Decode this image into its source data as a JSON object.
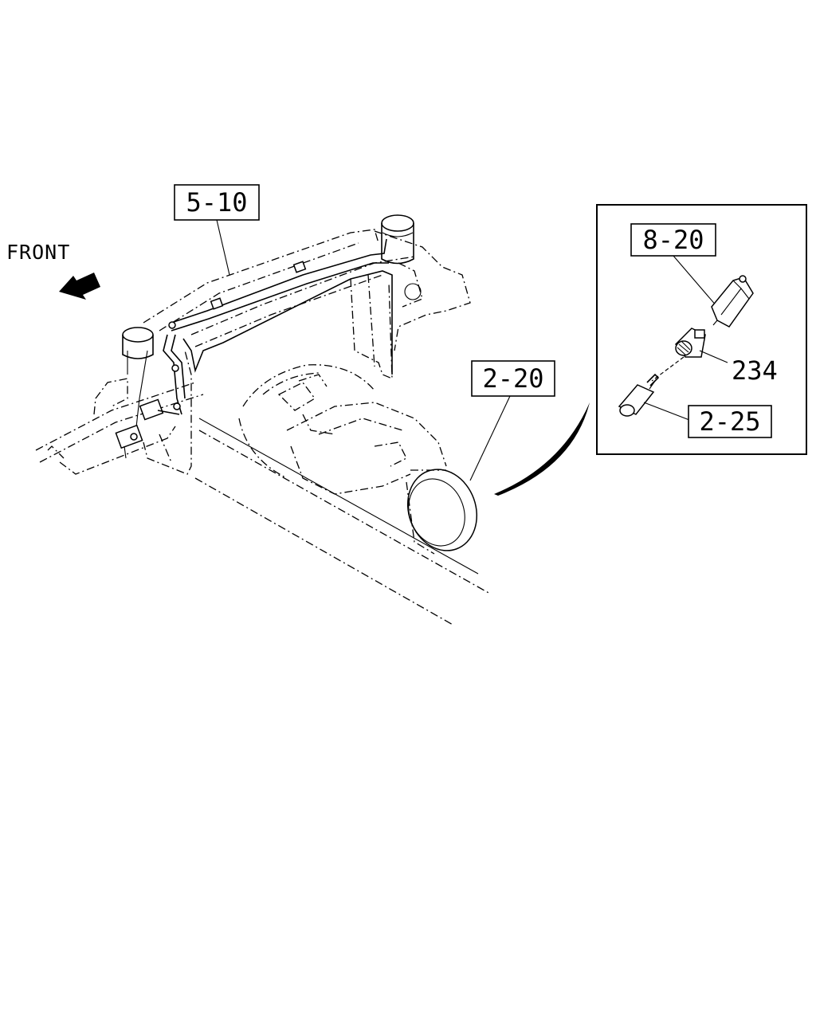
{
  "diagram": {
    "direction_label": "FRONT",
    "callouts": {
      "frame_ref": "5-10",
      "transmission_ref": "2-20",
      "bracket_ref": "8-20",
      "switch_part": "234",
      "sensor_ref": "2-25"
    }
  }
}
